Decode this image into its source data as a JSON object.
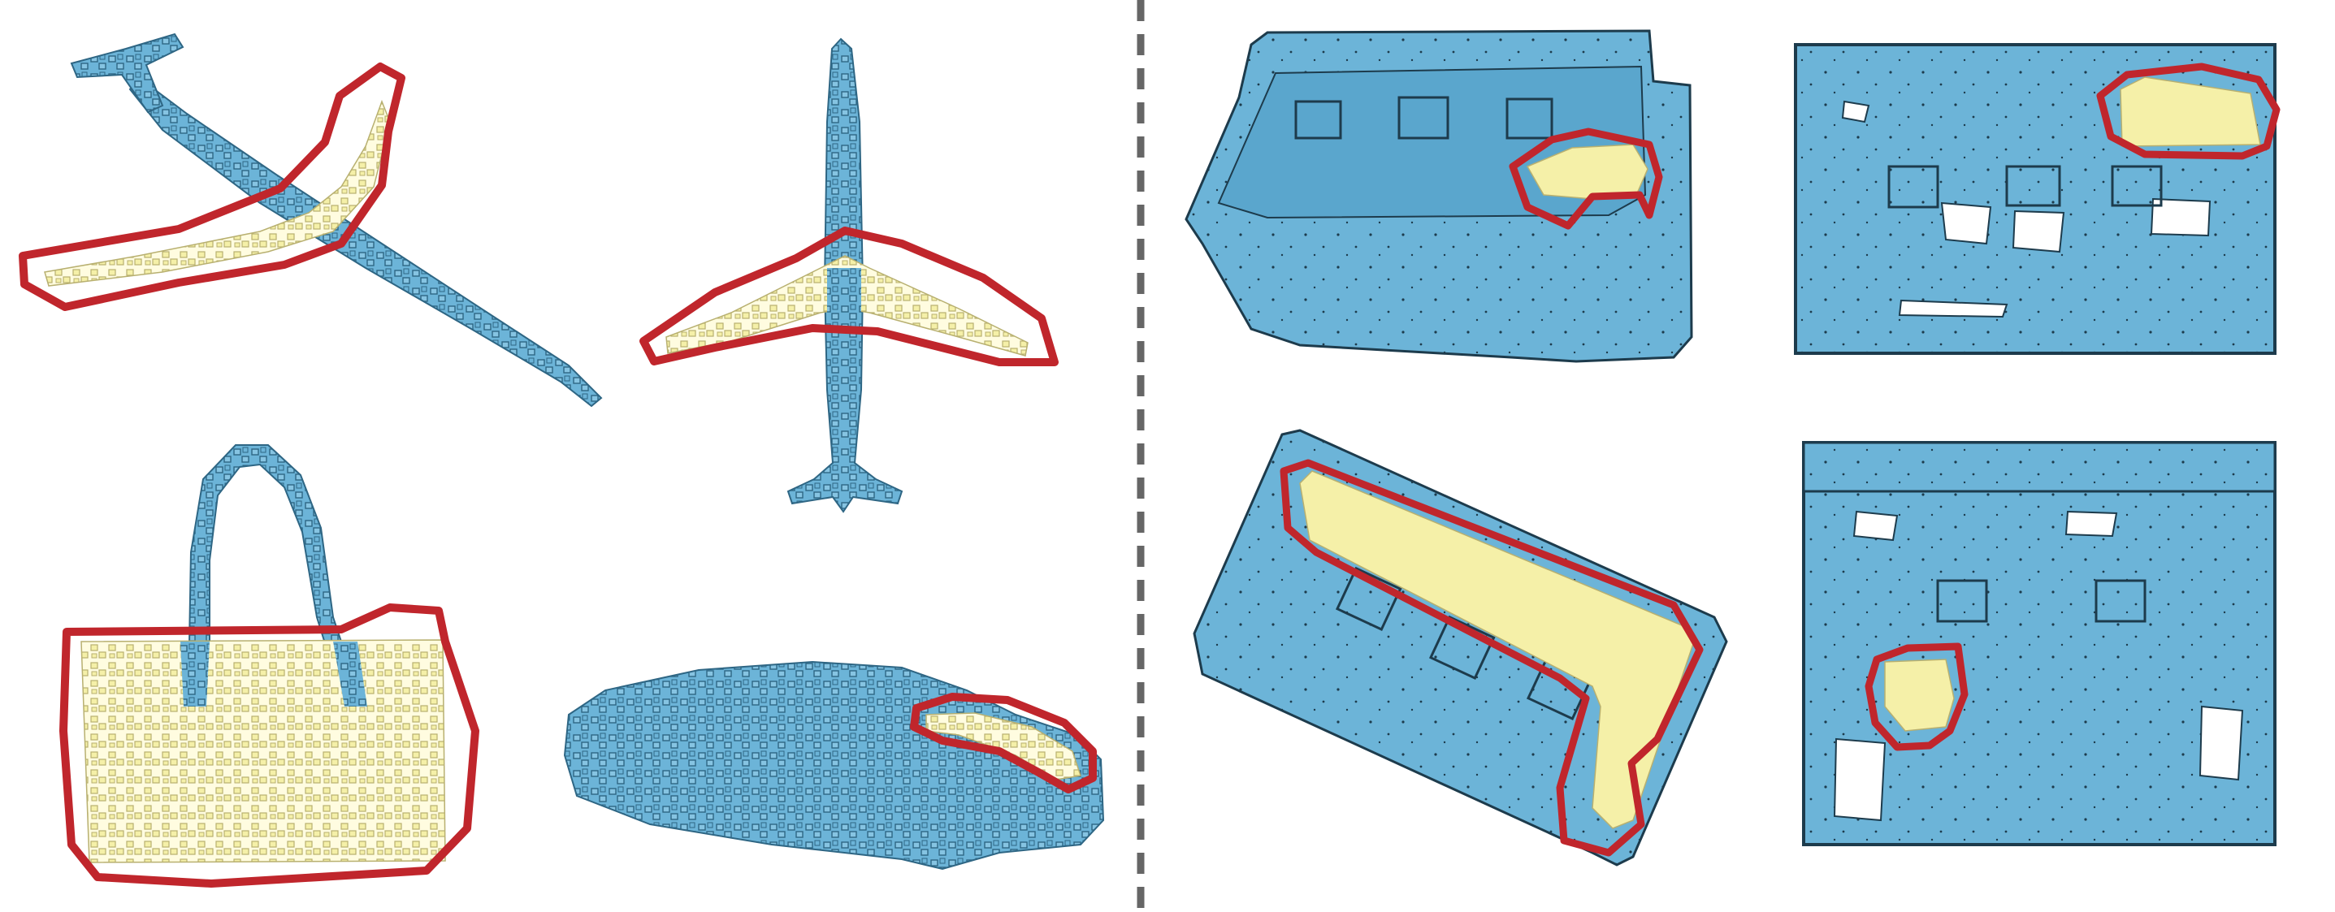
{
  "colors": {
    "background": "#ffffff",
    "point_fill": "#6cb4d8",
    "point_edge": "#2e6684",
    "highlight_fill": "#f5f0a8",
    "highlight_edge": "#b8b070",
    "outline": "#c0262c",
    "divider": "#666666"
  },
  "panels": {
    "left": {
      "kind": "object-point-clouds",
      "items": [
        "airplane-side-view",
        "airplane-top-view",
        "handbag",
        "car"
      ]
    },
    "right": {
      "kind": "indoor-scene-point-clouds",
      "items": [
        "room-oblique-1",
        "room-top-1",
        "room-oblique-2",
        "room-top-2"
      ]
    }
  },
  "divider_style": "dashed"
}
